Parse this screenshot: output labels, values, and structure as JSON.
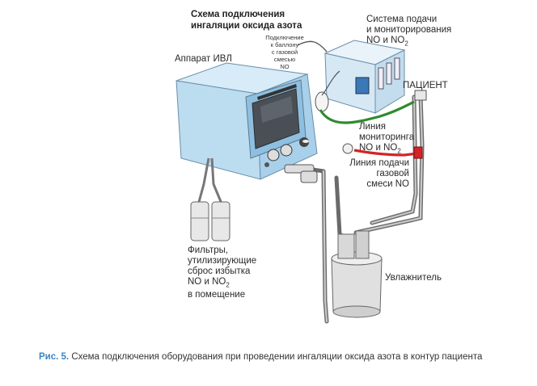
{
  "title": {
    "line1": "Схема подключения",
    "line2": "ингаляции оксида азота"
  },
  "labels": {
    "ventilator": "Аппарат ИВЛ",
    "system_l1": "Система подачи",
    "system_l2": "и мониторирования",
    "system_l3": "NO и NO",
    "connect_l1": "Подключение",
    "connect_l2": "к баллону",
    "connect_l3": "с газовой смесью",
    "connect_l4": "NO",
    "patient": "ПАЦИЕНТ",
    "monitor_l1": "Линия",
    "monitor_l2": "мониторинга",
    "monitor_l3": "NO и NO",
    "supply_l1": "Линия подачи",
    "supply_l2": "газовой",
    "supply_l3": "смеси NO",
    "filters_l1": "Фильтры,",
    "filters_l2": "утилизирующие",
    "filters_l3": "сброс избытка",
    "filters_l4": "NO и NO",
    "filters_l5": "в помещение",
    "humidifier": "Увлажнитель",
    "sub2": "2"
  },
  "caption": {
    "fig": "Рис. 5.",
    "text": " Схема подключения оборудования при проведении ингаляции оксида азота в контур пациента"
  },
  "colors": {
    "device_blue": "#bcdcf0",
    "device_blue_dark": "#8ebfe0",
    "screen": "#4a4f55",
    "monitor_line": "#2e8b2e",
    "supply_line": "#d42424",
    "caption_accent": "#3a86c8"
  }
}
